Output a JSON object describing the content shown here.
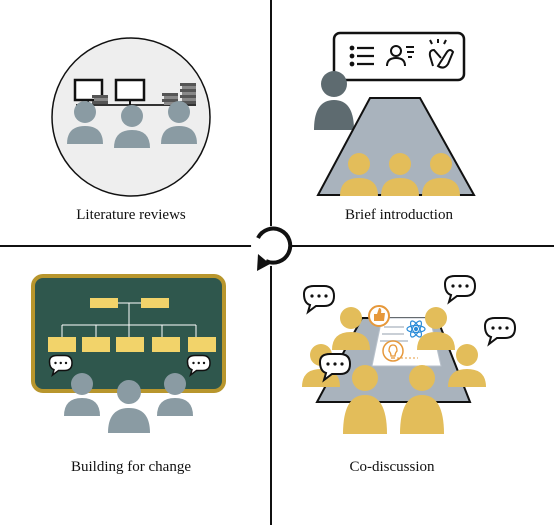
{
  "quadrants": {
    "top_left": {
      "label": "Literature reviews"
    },
    "top_right": {
      "label": "Brief introduction"
    },
    "bottom_left": {
      "label": "Building for change"
    },
    "bottom_right": {
      "label": "Co-discussion"
    }
  },
  "colors": {
    "axis": "#111111",
    "gray_person": "#8a9ba3",
    "dark_person": "#5e6b70",
    "gold_person": "#e3bd5a",
    "board_green": "#2f574d",
    "board_frame": "#b8962d",
    "chart_box": "#f2d36a",
    "table_fill": "#a9b3bd",
    "circle_bg": "#eeeeee"
  },
  "icons": [
    "list-icon",
    "person-speaking-icon",
    "clapping-hands-icon",
    "cycle-arrow-icon",
    "speech-bubble-icon",
    "thumbs-up-icon",
    "atom-icon",
    "lightbulb-icon"
  ]
}
